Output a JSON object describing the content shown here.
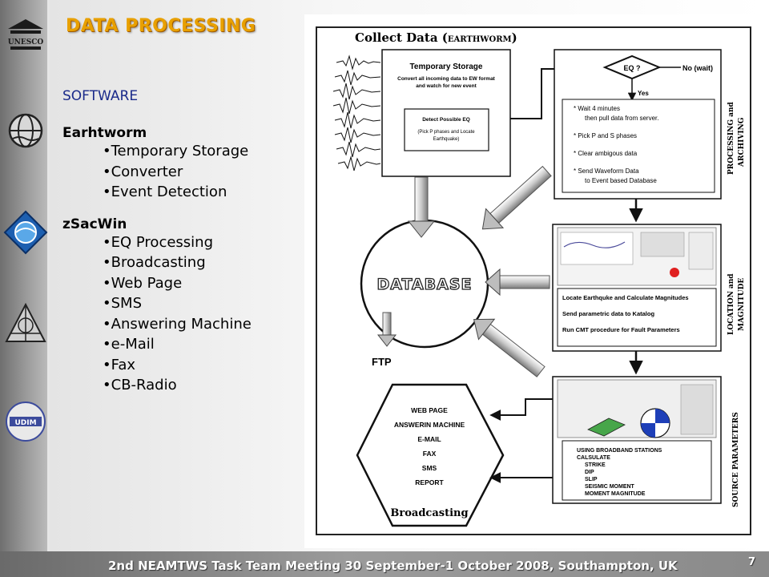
{
  "slide": {
    "title": "DATA PROCESSING",
    "footer": "2nd NEAMTWS Task Team Meeting 30 September-1 October 2008, Southampton, UK",
    "page_number": "7"
  },
  "sidebar": {
    "logos": [
      "unesco-logo",
      "ioc-globe-logo",
      "diamond-globe-logo",
      "compass-logo",
      "udim-logo"
    ],
    "unesco_text": "UNESCO",
    "udim_text": "UDIM"
  },
  "left_panel": {
    "section_label": "SOFTWARE",
    "groups": [
      {
        "name": "Earhtworm",
        "items": [
          "Temporary Storage",
          "Converter",
          "Event Detection"
        ]
      },
      {
        "name": "zSacWin",
        "items": [
          "EQ Processing",
          "Broadcasting",
          "Web Page",
          "SMS",
          "Answering Machine",
          "e-Mail",
          "Fax",
          "CB-Radio"
        ]
      }
    ]
  },
  "diagram": {
    "title_main": "Collect Data (",
    "title_sub": "EARTHWORM",
    "title_end": ")",
    "temp_storage": {
      "title": "Temporary Storage",
      "line1": "Convert all incoming data to EW format",
      "line2": "and watch for new event"
    },
    "detect_box": {
      "title": "Detect Possible EQ",
      "line1": "(Pick P phases and Locate",
      "line2": "Earthquake)"
    },
    "decision": {
      "label": "EQ ?",
      "no_label": "No (wait)",
      "yes_label": "Yes"
    },
    "processing_list": [
      "* Wait 4 minutes",
      "then pull data from server.",
      "* Pick P and S phases",
      "* Clear ambigous data",
      "* Send Waveform Data",
      "to Event based Database"
    ],
    "database_label": "DATABASE",
    "ftp_label": "FTP",
    "location_list": [
      "Locate Earthquke and Calculate Magnitudes",
      "Send parametric data to Katalog",
      "Run CMT procedure for Fault Parameters"
    ],
    "source_list": [
      "USING BROADBAND STATIONS",
      "CALSULATE",
      "STRIKE",
      "DIP",
      "SLIP",
      "SEISMIC MOMENT",
      "MOMENT MAGNITUDE"
    ],
    "broadcast_items": [
      "WEB PAGE",
      "ANSWERIN MACHINE",
      "E-MAIL",
      "FAX",
      "SMS",
      "REPORT"
    ],
    "broadcast_label": "Broadcasting",
    "side_labels": {
      "processing_1": "PROCESSING and",
      "processing_2": "ARCHIVING",
      "location_1": "LOCATION and",
      "location_2": "MAGNITUDE",
      "source": "SOURCE PARAMETERS"
    }
  }
}
